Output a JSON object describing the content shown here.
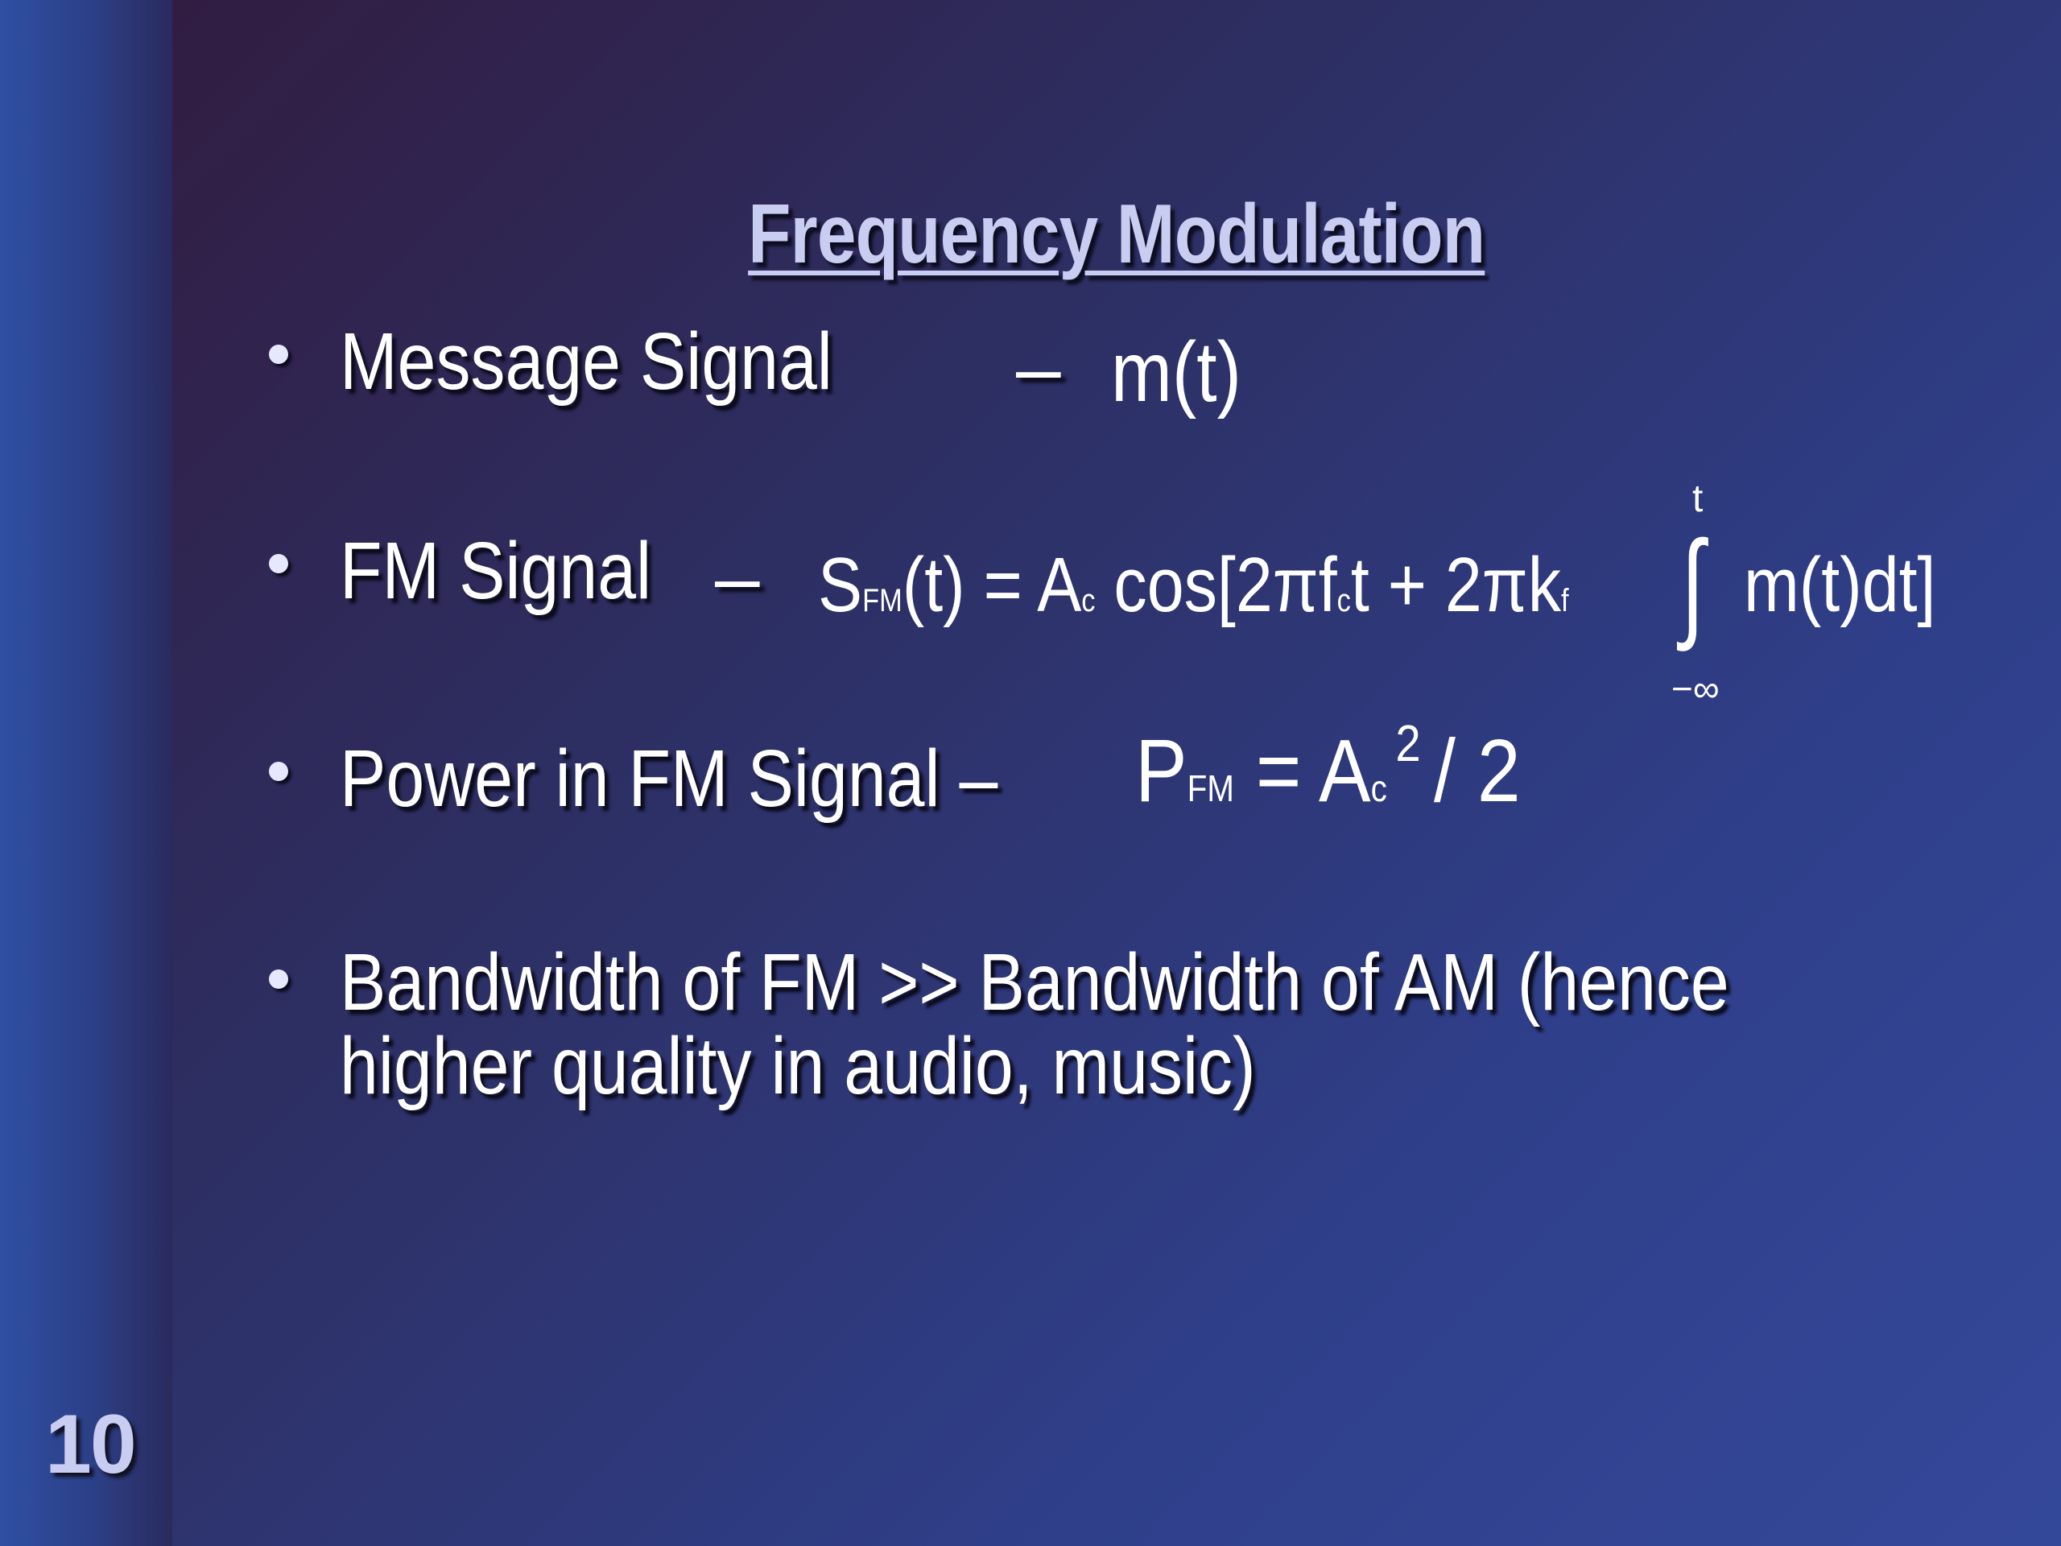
{
  "slide": {
    "number": "10",
    "title": "Frequency Modulation"
  },
  "bullets": [
    {
      "label": "Message Signal",
      "dash": "–",
      "formula": "m(t)"
    },
    {
      "label": "FM Signal",
      "dash": "–",
      "formula": {
        "s": "S",
        "s_sub": "FM",
        "eq_start": "(t) = A",
        "a_sub": "c",
        "cos_part": "cos[2πf",
        "f_sub": "c",
        "mid_part": "t + 2πk",
        "k_sub": "f",
        "integral": "∫",
        "upper_limit": "t",
        "lower_limit": "−∞",
        "end_part": "m(t)dt]"
      }
    },
    {
      "label": "Power in FM Signal –",
      "formula": {
        "p": "P",
        "p_sub": "FM",
        "eq": "= A",
        "a_sub": "c",
        "a_sup": "2",
        "tail": "/ 2"
      }
    },
    {
      "label_line1": "Bandwidth of FM >> Bandwidth of AM (hence",
      "label_line2": "higher quality in audio, music)"
    }
  ]
}
